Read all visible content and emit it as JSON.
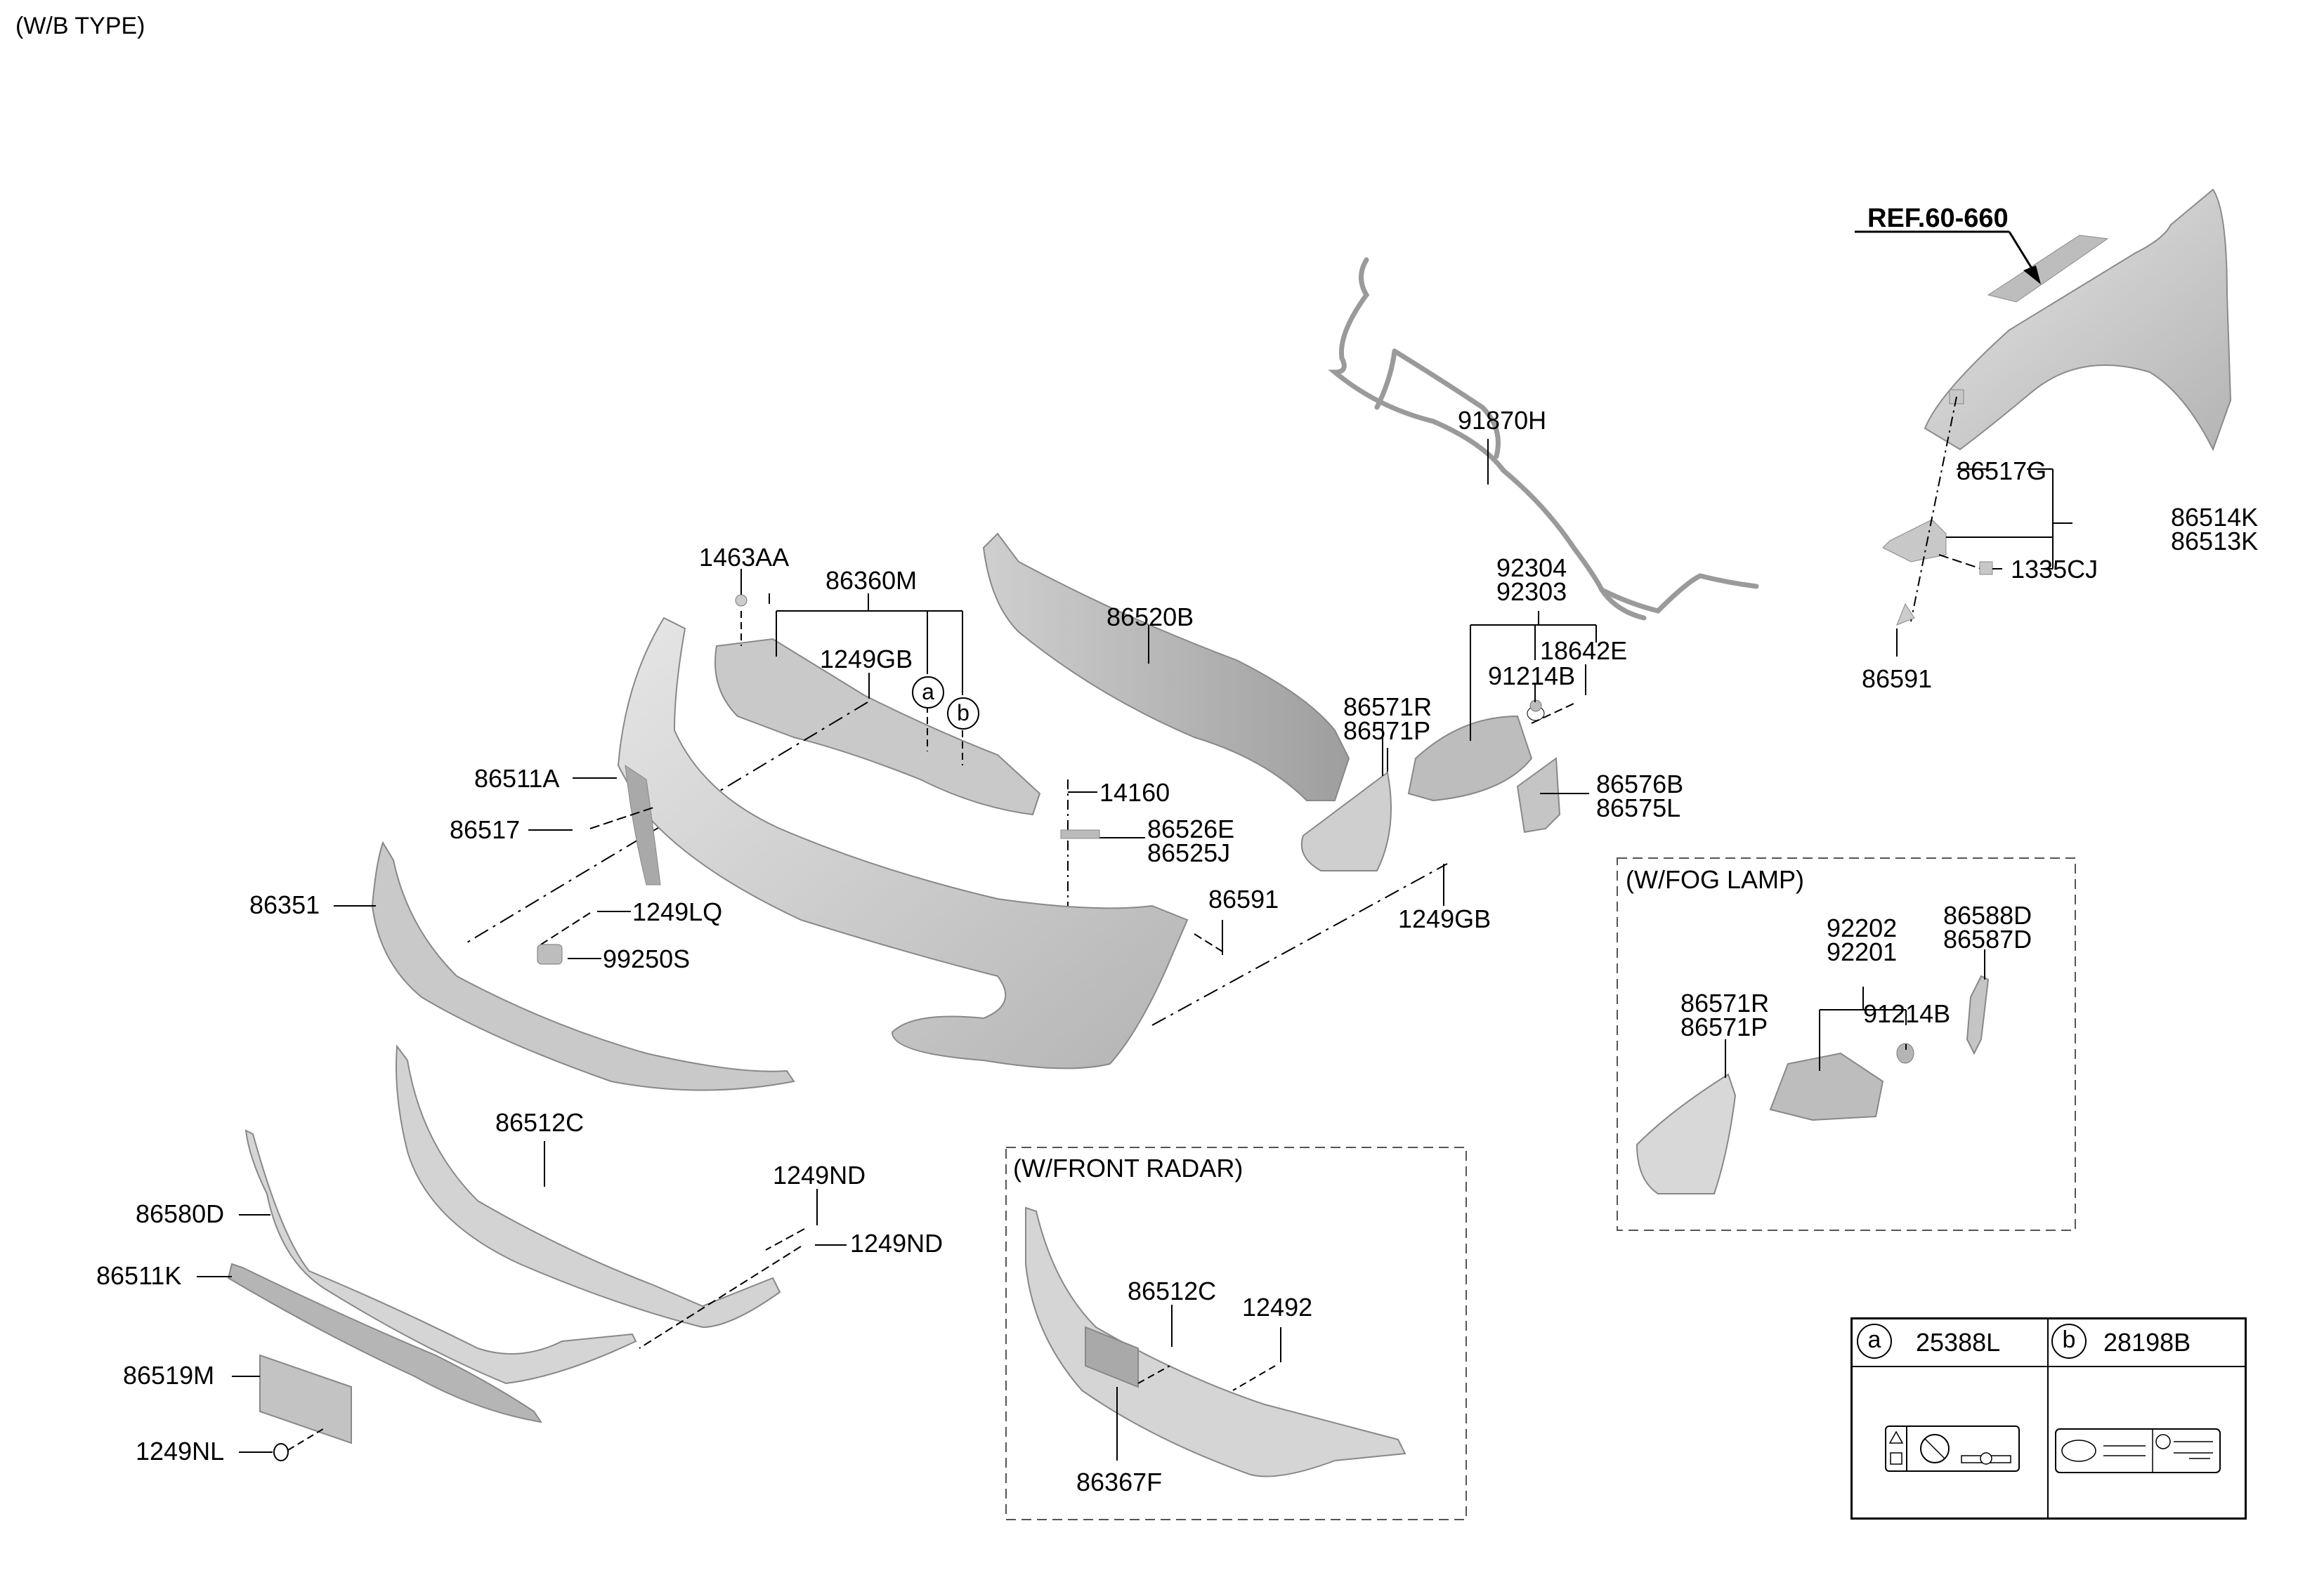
{
  "header": {
    "title": "(W/B TYPE)"
  },
  "reference": {
    "label": "REF.60-660"
  },
  "labels": {
    "p_1463AA": "1463AA",
    "p_86360M": "86360M",
    "p_1249GB_top": "1249GB",
    "p_86520B": "86520B",
    "p_91870H": "91870H",
    "p_92304": "92304",
    "p_92303": "92303",
    "p_18642E": "18642E",
    "p_91214B": "91214B",
    "p_86571R": "86571R",
    "p_86571P": "86571P",
    "p_86576B": "86576B",
    "p_86575L": "86575L",
    "p_86517G": "86517G",
    "p_86514K": "86514K",
    "p_86513K": "86513K",
    "p_1335CJ": "1335CJ",
    "p_86591_right": "86591",
    "p_86511A": "86511A",
    "p_86517": "86517",
    "p_14160": "14160",
    "p_86526E": "86526E",
    "p_86525J": "86525J",
    "p_86351": "86351",
    "p_1249LQ": "1249LQ",
    "p_99250S": "99250S",
    "p_86591_mid": "86591",
    "p_1249GB_mid": "1249GB",
    "p_86512C": "86512C",
    "p_1249ND_a": "1249ND",
    "p_1249ND_b": "1249ND",
    "p_86580D": "86580D",
    "p_86511K": "86511K",
    "p_86519M": "86519M",
    "p_1249NL": "1249NL"
  },
  "callouts": {
    "a": "a",
    "b": "b"
  },
  "boxes": {
    "front_radar": {
      "title": "(W/FRONT RADAR)",
      "labels": {
        "p_86512C": "86512C",
        "p_12492": "12492",
        "p_86367F": "86367F"
      }
    },
    "fog_lamp": {
      "title": "(W/FOG LAMP)",
      "labels": {
        "p_92202": "92202",
        "p_92201": "92201",
        "p_91214B": "91214B",
        "p_86588D": "86588D",
        "p_86587D": "86587D",
        "p_86571R": "86571R",
        "p_86571P": "86571P"
      }
    }
  },
  "legend": [
    {
      "callout": "a",
      "part": "25388L",
      "icon": "warning-label-icon"
    },
    {
      "callout": "b",
      "part": "28198B",
      "icon": "info-label-icon"
    }
  ]
}
